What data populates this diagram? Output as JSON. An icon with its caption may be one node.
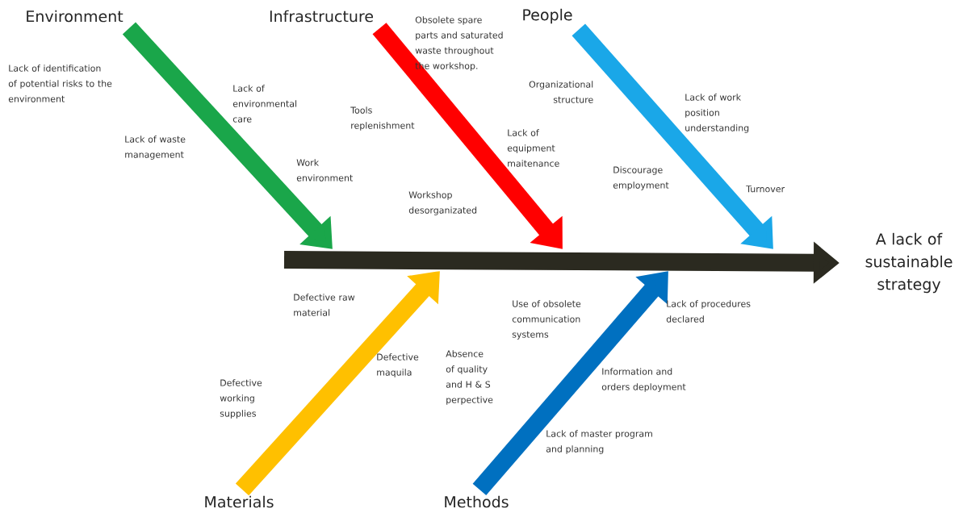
{
  "diagram": {
    "nodes": [
      {
        "text": [
          "Environment"
        ]
      },
      {
        "text": [
          "Infrastructure"
        ]
      },
      {
        "text": [
          "People"
        ]
      },
      {
        "text": [
          "Materials"
        ]
      },
      {
        "text": [
          "Methods"
        ]
      },
      {
        "text": [
          "A lack of sustainable strategy"
        ]
      }
    ],
    "edges": [
      {
        "from": 0,
        "to": null,
        "arrow": "to",
        "color": "#1aa64a"
      },
      {
        "from": 1,
        "to": null,
        "arrow": "to",
        "color": "#ff0000"
      },
      {
        "from": 2,
        "to": null,
        "arrow": "to",
        "color": "#1aa7e8"
      },
      {
        "from": 3,
        "to": null,
        "arrow": "to",
        "color": "#ffc000"
      },
      {
        "from": 4,
        "to": null,
        "arrow": "to",
        "color": "#0070c0"
      },
      {
        "from": null,
        "to": 5,
        "arrow": "to",
        "color": "#2b2a20"
      }
    ],
    "labels": [
      "Obsolete spare parts and saturated waste throughout the workshop.",
      "Lack of identification of potential risks to the environment",
      "Organizational structure",
      "Lack of environmental care",
      "Lack of work position understanding",
      "Tools replenishment",
      "Lack of equipment maitenance",
      "Lack of waste management",
      "Work environment",
      "Discourage employment",
      "Turnover",
      "Workshop desorganizated",
      "Defective raw material",
      "Use of obsolete communication systems",
      "Lack of procedures declared",
      "Absence of quality and H & S perpective",
      "Defective maquila",
      "Information and orders deployment",
      "Defective working supplies",
      "Lack of master program and planning"
    ]
  }
}
